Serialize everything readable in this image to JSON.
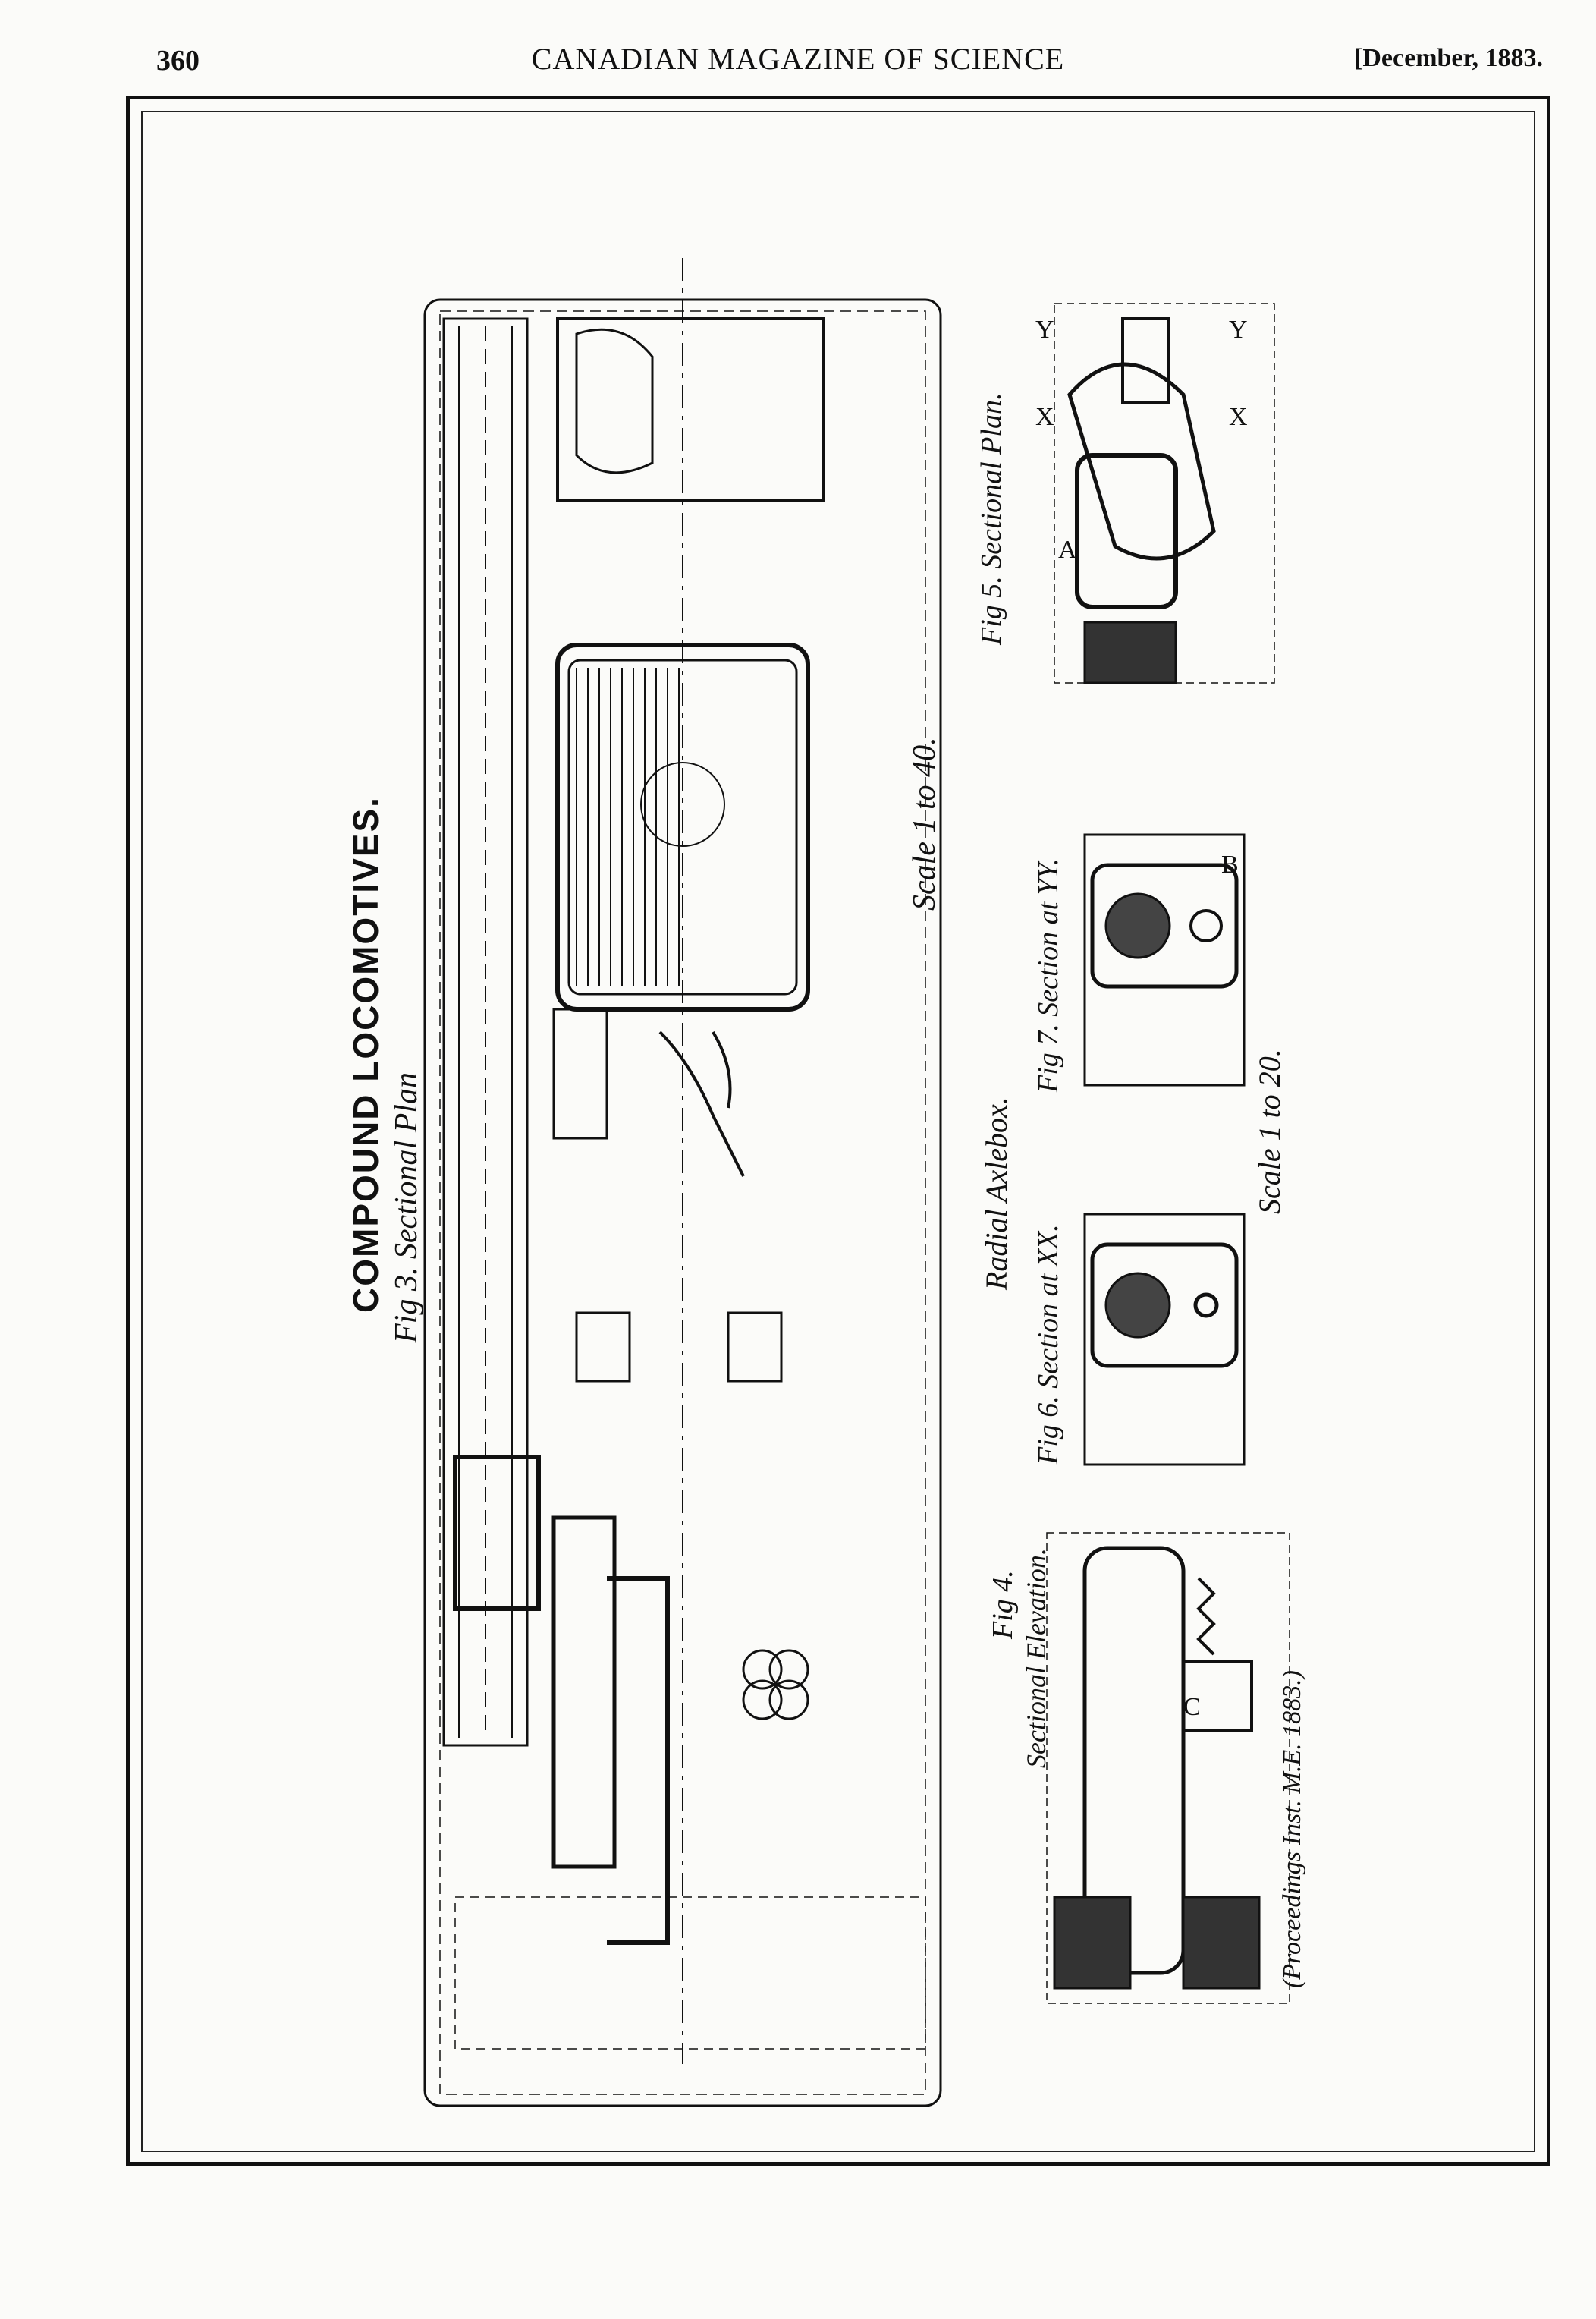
{
  "header": {
    "page_number": "360",
    "journal_title": "CANADIAN MAGAZINE OF SCIENCE",
    "issue_date": "[December, 1883."
  },
  "plate": {
    "title": "COMPOUND LOCOMOTIVES.",
    "fig3_caption": "Fig 3.  Sectional  Plan",
    "scale_main": "Scale  1  to  40.",
    "axlebox_title": "Radial  Axlebox.",
    "fig4_caption": "Fig 4.",
    "fig4_sub": "Sectional Elevation.",
    "fig5_caption": "Fig 5.  Sectional  Plan.",
    "fig6_caption": "Fig 6.  Section  at  XX.",
    "fig7_caption": "Fig 7.  Section  at  YY.",
    "scale_detail": "Scale  1  to  20.",
    "source_note": "(Proceedings Inst. M.E. 1883.)",
    "section_labels": {
      "x": "X",
      "y": "Y",
      "a": "A",
      "b": "B",
      "c": "C"
    }
  }
}
